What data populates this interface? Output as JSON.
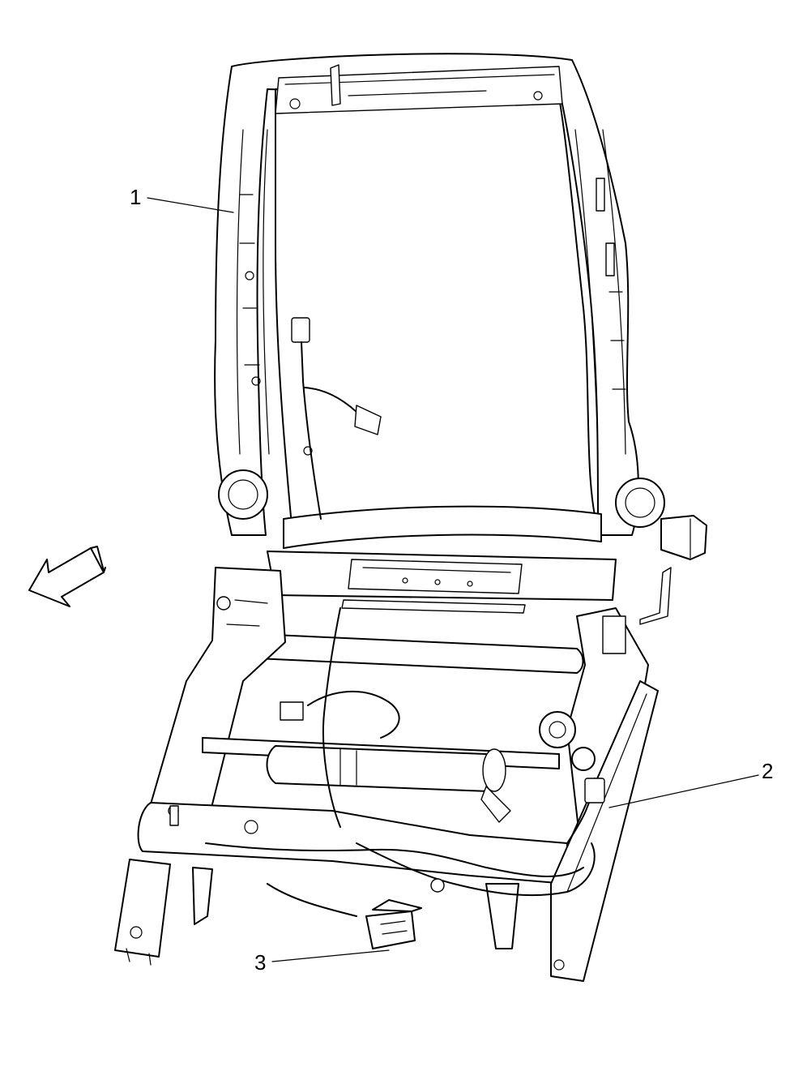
{
  "diagram": {
    "callouts": [
      {
        "id": "1",
        "label": "1"
      },
      {
        "id": "2",
        "label": "2"
      },
      {
        "id": "3",
        "label": "3"
      }
    ],
    "direction_arrow": {
      "icon": "front-direction-arrow-icon"
    },
    "colors": {
      "line": "#000000",
      "background": "#ffffff"
    }
  }
}
